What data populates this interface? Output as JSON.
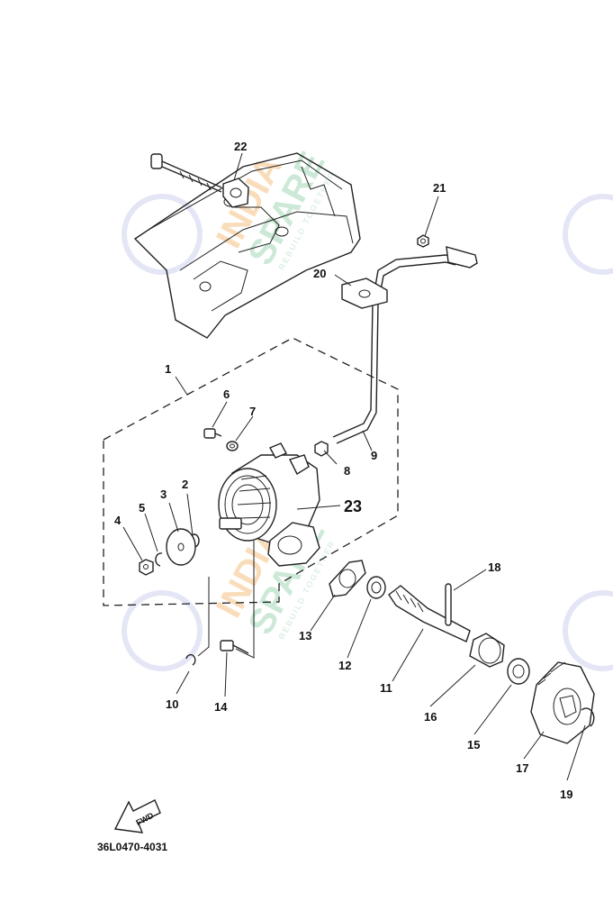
{
  "diagram_code": "36L0470-4031",
  "fwd_label": "FWD",
  "watermark": {
    "line1": "INDIA",
    "line2": "SPARE",
    "tagline": "REBUILD TOGETHER",
    "colors": {
      "orange": "#f2b46a",
      "green": "#8fd0a8",
      "blue": "#c4c8ea"
    }
  },
  "callouts": [
    {
      "id": "p1",
      "text": "1"
    },
    {
      "id": "p2",
      "text": "2"
    },
    {
      "id": "p3",
      "text": "3"
    },
    {
      "id": "p4",
      "text": "4"
    },
    {
      "id": "p5",
      "text": "5"
    },
    {
      "id": "p6",
      "text": "6"
    },
    {
      "id": "p7",
      "text": "7"
    },
    {
      "id": "p8",
      "text": "8"
    },
    {
      "id": "p9",
      "text": "9"
    },
    {
      "id": "p10",
      "text": "10"
    },
    {
      "id": "p11",
      "text": "11"
    },
    {
      "id": "p12",
      "text": "12"
    },
    {
      "id": "p13",
      "text": "13"
    },
    {
      "id": "p14",
      "text": "14"
    },
    {
      "id": "p15",
      "text": "15"
    },
    {
      "id": "p16",
      "text": "16"
    },
    {
      "id": "p17",
      "text": "17"
    },
    {
      "id": "p18",
      "text": "18"
    },
    {
      "id": "p19",
      "text": "19"
    },
    {
      "id": "p20",
      "text": "20"
    },
    {
      "id": "p21",
      "text": "21"
    },
    {
      "id": "p22",
      "text": "22"
    },
    {
      "id": "p23",
      "text": "23"
    }
  ]
}
